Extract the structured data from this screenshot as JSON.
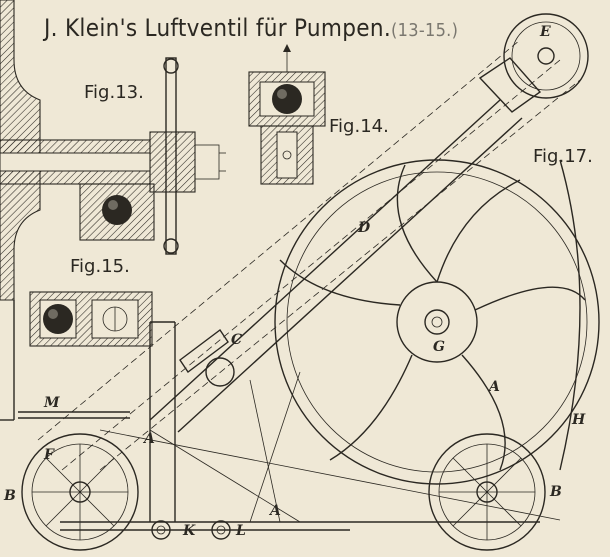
{
  "title": {
    "main": "J. Klein's Luftventil für Pumpen.",
    "parts": "(13-15.)"
  },
  "figures": {
    "fig13": "Fig.13.",
    "fig14": "Fig.14.",
    "fig15": "Fig.15.",
    "fig17": "Fig.17."
  },
  "letters": {
    "E": "E",
    "D": "D",
    "C": "C",
    "G": "G",
    "A1": "A",
    "A2": "A",
    "A3": "A",
    "H": "H",
    "M": "M",
    "F": "F",
    "B1": "B",
    "B2": "B",
    "K": "K",
    "L": "L"
  },
  "colors": {
    "paper": "#efe8d6",
    "ink": "#2b2822",
    "faded": "#7a776f"
  }
}
